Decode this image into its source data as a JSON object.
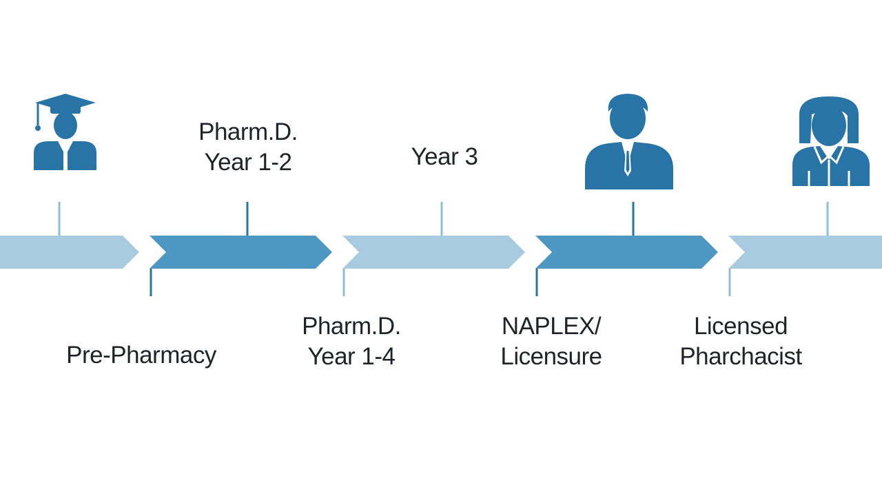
{
  "colors": {
    "light_segment": "#a9cbdf",
    "dark_segment": "#4c98c2",
    "connector": "#8fbdd6",
    "icon": "#2874a6",
    "text": "#1f2328"
  },
  "timeline": {
    "stages": [
      {
        "shade": "light"
      },
      {
        "shade": "dark"
      },
      {
        "shade": "light"
      },
      {
        "shade": "dark"
      },
      {
        "shade": "light"
      }
    ],
    "top_labels": [
      "Pharm.D.\nYear 1-2",
      "Year 3"
    ],
    "bottom_labels": [
      "Pre-Pharmacy",
      "Pharm.D.\nYear 1-4",
      "NAPLEX/\nLicensure",
      "Licensed\nPharchacist"
    ],
    "icons": [
      "graduate-student-icon",
      "male-professional-icon",
      "female-professional-icon"
    ]
  }
}
